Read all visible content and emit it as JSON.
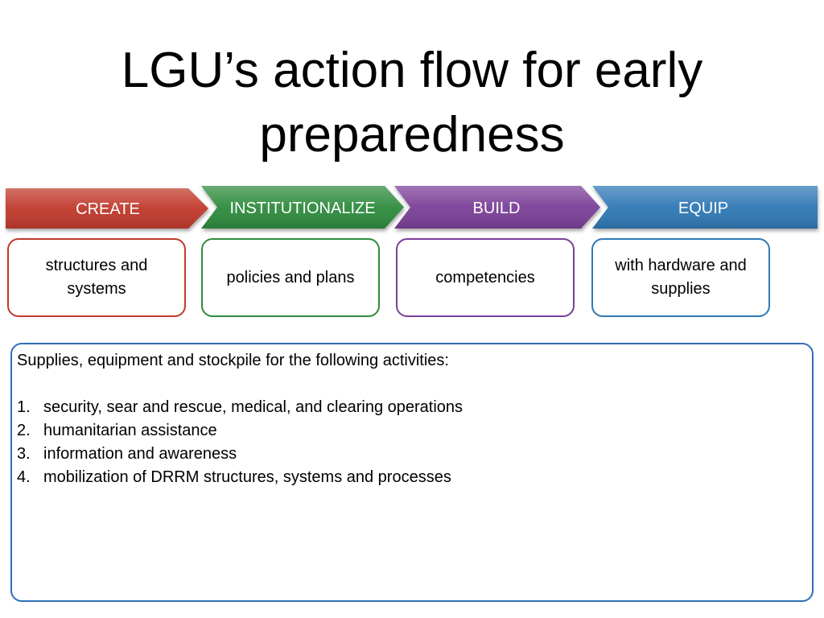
{
  "title": "LGU’s action flow for early preparedness",
  "steps": [
    {
      "label": "CREATE",
      "color": "#c0392b",
      "description": "structures and systems"
    },
    {
      "label": "INSTITUTIONALIZE",
      "color": "#2e8b3d",
      "description": "policies and plans"
    },
    {
      "label": "BUILD",
      "color": "#7a3f98",
      "description": "competencies"
    },
    {
      "label": "EQUIP",
      "color": "#2f78b5",
      "description": "with hardware and supplies"
    }
  ],
  "details": {
    "intro": "Supplies, equipment and stockpile for the following activities:",
    "items": [
      {
        "number": "1.",
        "text": "security, sear and rescue, medical, and clearing operations"
      },
      {
        "number": "2.",
        "text": "humanitarian assistance"
      },
      {
        "number": "3.",
        "text": "information and awareness"
      },
      {
        "number": "4.",
        "text": "mobilization of DRRM structures, systems and processes"
      }
    ]
  },
  "colors": {
    "create": "#c0392b",
    "institutionalize": "#2e8b3d",
    "build": "#7a3f98",
    "equip": "#2f78b5",
    "detail_border": "#2f6fb8"
  }
}
